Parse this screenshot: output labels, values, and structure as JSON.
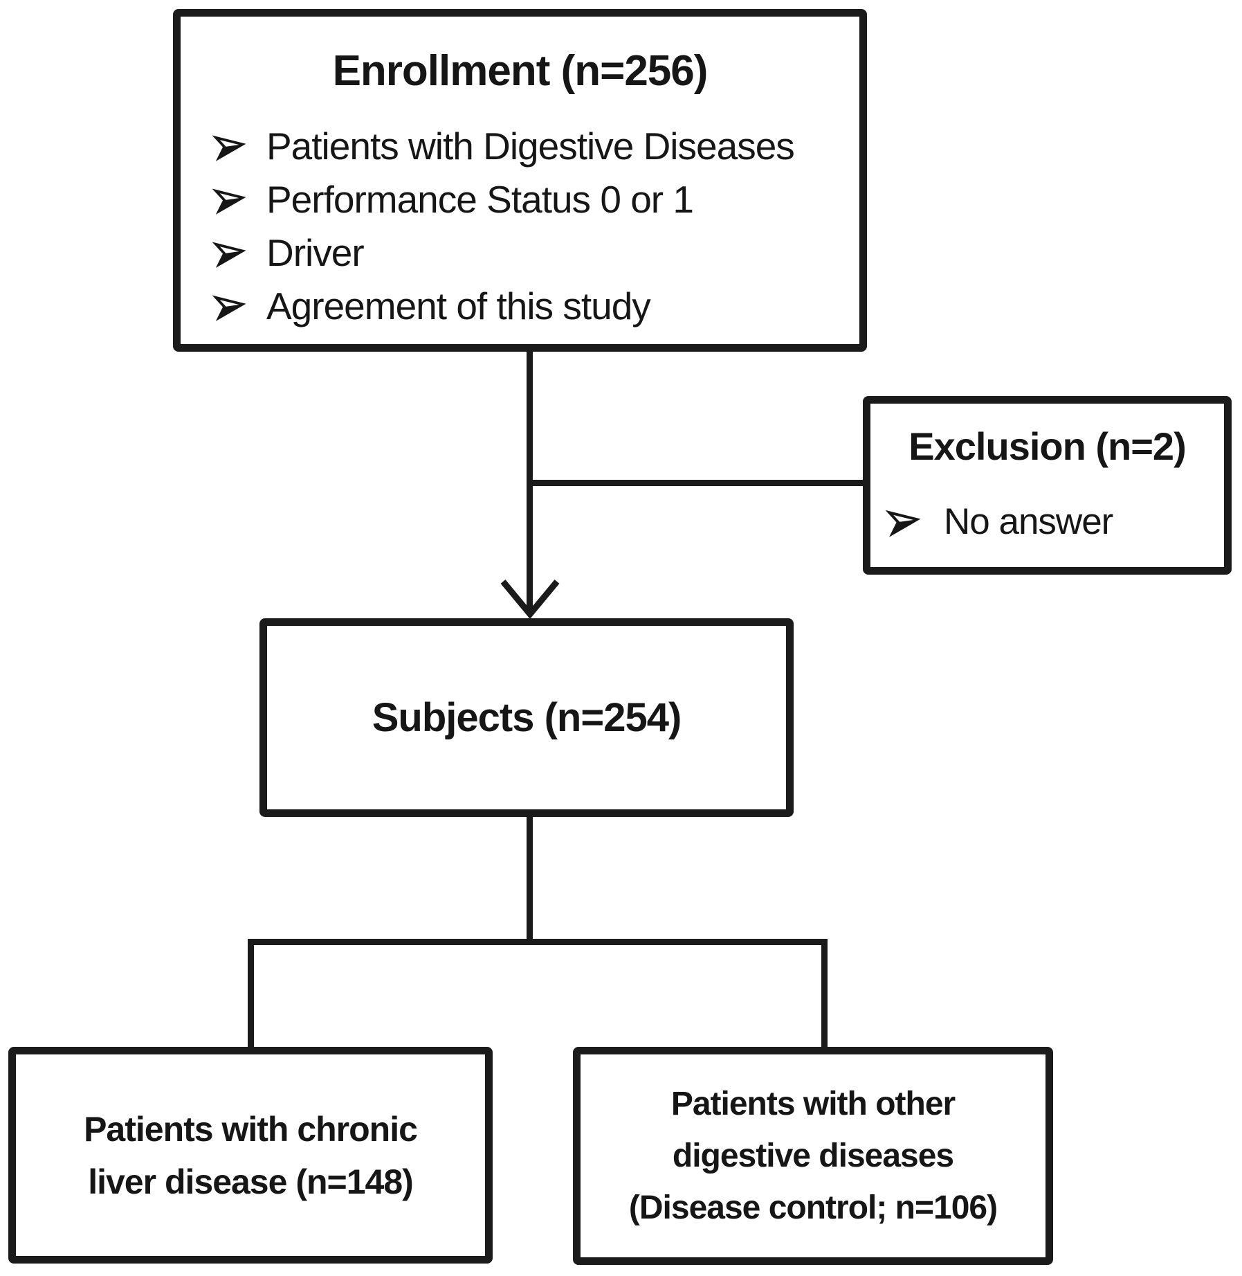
{
  "figure": {
    "type": "study-flow-diagram",
    "background_color": "#ffffff",
    "line_color": "#1b1b1b",
    "text_color": "#161616"
  },
  "boxes": {
    "enrollment": {
      "title": "Enrollment (n=256)",
      "bullets": [
        "Patients with Digestive Diseases",
        "Performance Status 0 or 1",
        "Driver",
        "Agreement of this study"
      ]
    },
    "exclusion": {
      "title": "Exclusion (n=2)",
      "bullets": [
        "No answer"
      ]
    },
    "subjects": {
      "title": "Subjects (n=254)"
    },
    "chronic_liver": {
      "lines": [
        "Patients with chronic",
        "liver disease (n=148)"
      ]
    },
    "disease_control": {
      "lines": [
        "Patients with other",
        "digestive diseases",
        "(Disease control; n=106)"
      ]
    }
  }
}
